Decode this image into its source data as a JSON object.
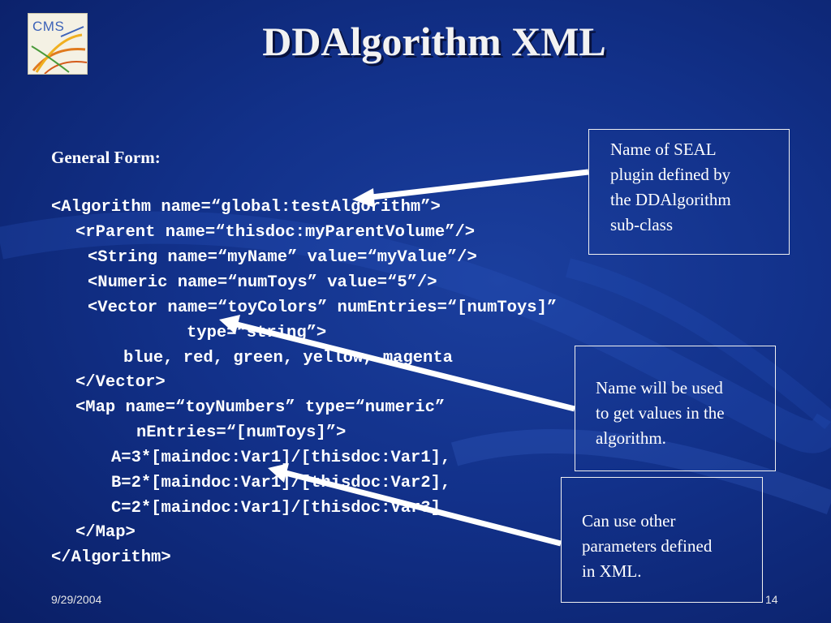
{
  "logo": {
    "text": "CMS"
  },
  "title": "DDAlgorithm XML",
  "general_form": "General Form:",
  "code_lines": [
    "<Algorithm name=“global:testAlgorithm”>",
    "<rParent name=“thisdoc:myParentVolume”/>",
    "<String name=“myName” value=“myValue”/>",
    "<Numeric name=“numToys” value=“5”/>",
    "<Vector name=“toyColors” numEntries=“[numToys]”",
    "type=“string”>",
    "blue, red, green, yellow, magenta",
    "</Vector>",
    "<Map name=“toyNumbers” type=“numeric”",
    "nEntries=“[numToys]”>",
    "A=3*[maindoc:Var1]/[thisdoc:Var1],",
    "B=2*[maindoc:Var1]/[thisdoc:Var2],",
    "C=2*[maindoc:Var1]/[thisdoc:Var3]",
    "</Map>",
    "</Algorithm>"
  ],
  "callouts": [
    {
      "lines": [
        "Name of SEAL",
        "plugin defined by",
        "the DDAlgorithm",
        "sub-class"
      ]
    },
    {
      "lines": [
        "Name will be used",
        "to get values in the",
        "algorithm."
      ]
    },
    {
      "lines": [
        "Can use other",
        "parameters defined",
        "in XML."
      ]
    }
  ],
  "footer": {
    "date": "9/29/2004",
    "page": "14"
  },
  "colors": {
    "background": "#12318a",
    "text": "#ffffff"
  }
}
